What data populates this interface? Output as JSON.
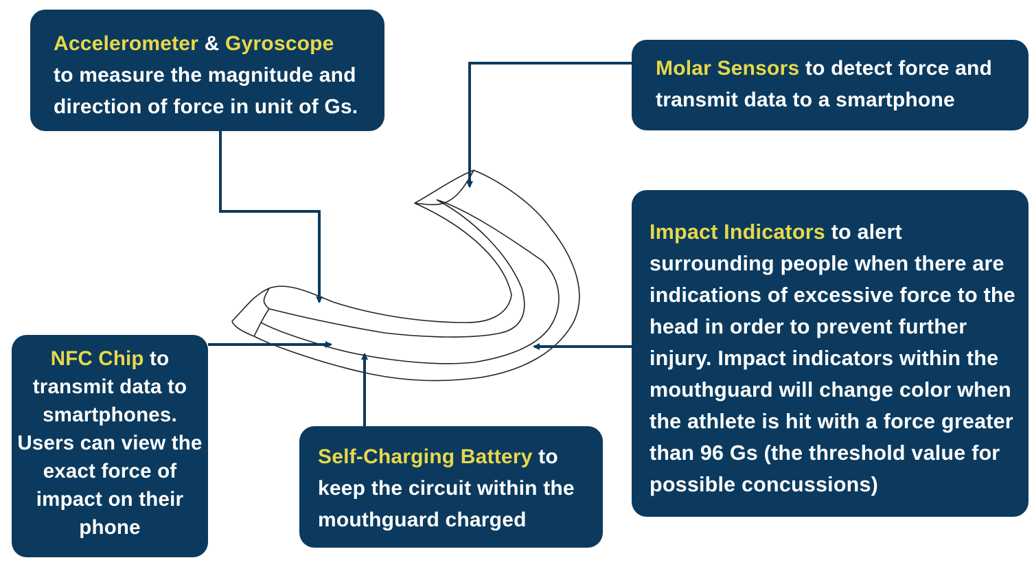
{
  "annotations": {
    "accelerometer": {
      "highlight_1": "Accelerometer",
      "connector": " & ",
      "highlight_2": "Gyroscope",
      "text": "to measure the magnitude and direction of force in unit of Gs."
    },
    "molar": {
      "highlight": "Molar Sensors",
      "text": " to detect force and transmit data to a smartphone"
    },
    "impact": {
      "highlight": "Impact Indicators",
      "text": " to alert surrounding people when there are indications of excessive force to the head in order to prevent further injury. Impact indicators within the mouthguard will change color when the athlete is hit with a force greater than 96 Gs (the threshold value for possible concussions)"
    },
    "nfc": {
      "highlight": "NFC Chip",
      "text": " to transmit data to smartphones. Users can view the exact force of impact on their phone"
    },
    "battery": {
      "highlight": "Self-Charging Battery",
      "text": " to keep the circuit within the mouthguard charged"
    }
  },
  "colors": {
    "box_fill": "#0b3a5e",
    "highlight_text": "#e8d84a",
    "body_text": "#ffffff",
    "connector_line": "#0b3a5e",
    "mouthguard_outline": "#222222"
  }
}
